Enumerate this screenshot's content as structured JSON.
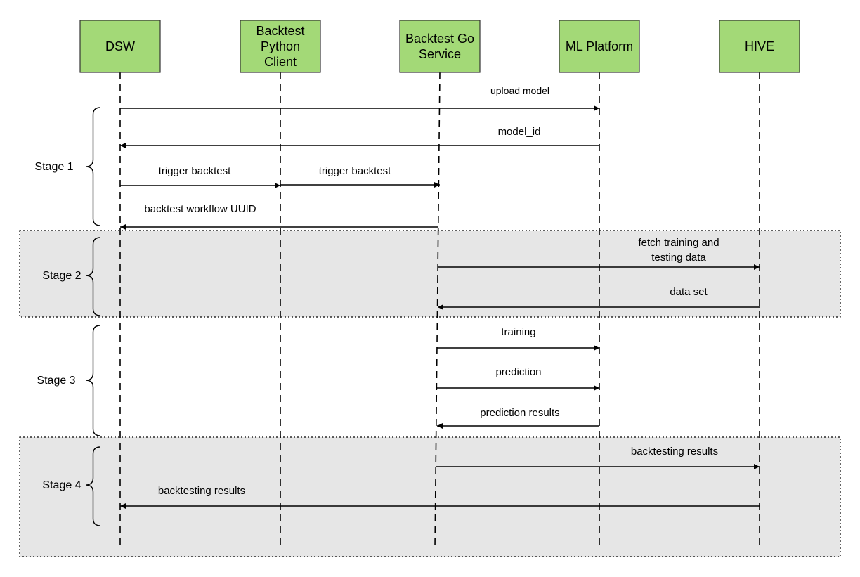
{
  "colors": {
    "actor_fill": "#a3d977",
    "actor_stroke": "#333333",
    "stage_band_fill": "#e6e6e6",
    "line": "#000000"
  },
  "actors": [
    {
      "id": "dsw",
      "lines": [
        "DSW"
      ]
    },
    {
      "id": "python-client",
      "lines": [
        "Backtest",
        "Python",
        "Client"
      ]
    },
    {
      "id": "go-service",
      "lines": [
        "Backtest Go",
        "Service"
      ]
    },
    {
      "id": "ml-platform",
      "lines": [
        "ML Platform"
      ]
    },
    {
      "id": "hive",
      "lines": [
        "HIVE"
      ]
    }
  ],
  "stages": [
    {
      "label": "Stage 1",
      "shaded": false
    },
    {
      "label": "Stage 2",
      "shaded": true
    },
    {
      "label": "Stage 3",
      "shaded": false
    },
    {
      "label": "Stage 4",
      "shaded": true
    }
  ],
  "messages": [
    {
      "from": "dsw",
      "to": "ml-platform",
      "lines": [
        "upload model"
      ]
    },
    {
      "from": "ml-platform",
      "to": "dsw",
      "lines": [
        "model_id"
      ]
    },
    {
      "from": "dsw",
      "to": "python-client",
      "lines": [
        "trigger backtest"
      ]
    },
    {
      "from": "python-client",
      "to": "go-service",
      "lines": [
        "trigger backtest"
      ]
    },
    {
      "from": "go-service",
      "to": "dsw",
      "lines": [
        "backtest workflow UUID"
      ]
    },
    {
      "from": "go-service",
      "to": "hive",
      "lines": [
        "fetch training and",
        "testing data"
      ]
    },
    {
      "from": "hive",
      "to": "go-service",
      "lines": [
        "data set"
      ]
    },
    {
      "from": "go-service",
      "to": "ml-platform",
      "lines": [
        "training"
      ]
    },
    {
      "from": "go-service",
      "to": "ml-platform",
      "lines": [
        "prediction"
      ]
    },
    {
      "from": "ml-platform",
      "to": "go-service",
      "lines": [
        "prediction results"
      ]
    },
    {
      "from": "go-service",
      "to": "hive",
      "lines": [
        "backtesting results"
      ]
    },
    {
      "from": "hive",
      "to": "dsw",
      "lines": [
        "backtesting results"
      ]
    }
  ]
}
